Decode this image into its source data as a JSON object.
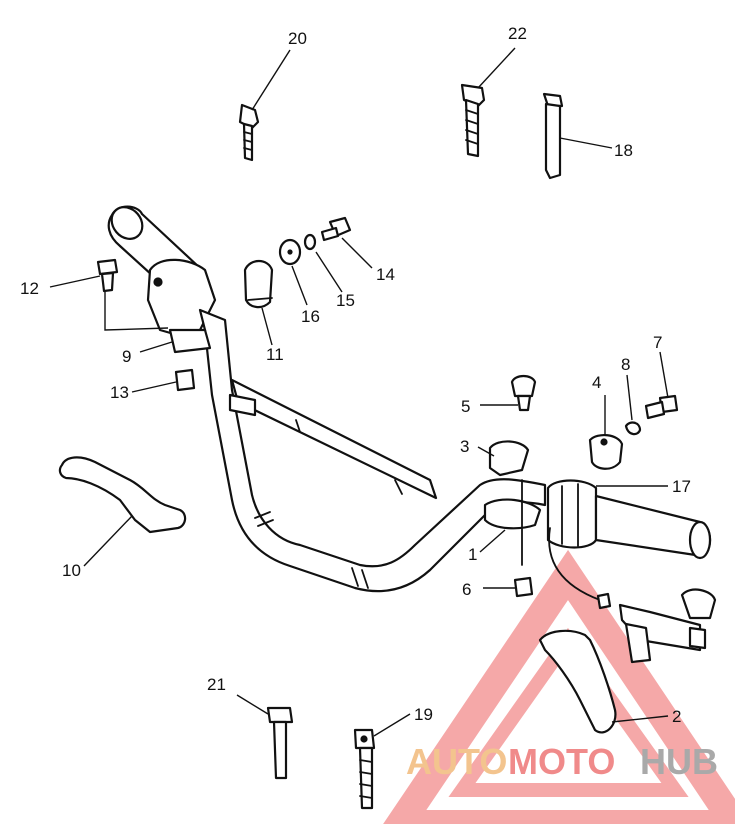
{
  "labels": {
    "p1": "1",
    "p2": "2",
    "p3": "3",
    "p4": "4",
    "p5": "5",
    "p6": "6",
    "p7": "7",
    "p8": "8",
    "p9": "9",
    "p10": "10",
    "p11": "11",
    "p12": "12",
    "p13": "13",
    "p14": "14",
    "p15": "15",
    "p16": "16",
    "p17": "17",
    "p18": "18",
    "p19": "19",
    "p20": "20",
    "p21": "21",
    "p22": "22"
  },
  "watermark": {
    "part1": "AUTO",
    "part2": "MOTO",
    "part3": "HUB",
    "colors": {
      "auto": "#f3c48e",
      "moto": "#f08a8a",
      "hub": "#a9a9a9",
      "triangle": "#f28b8b"
    }
  }
}
